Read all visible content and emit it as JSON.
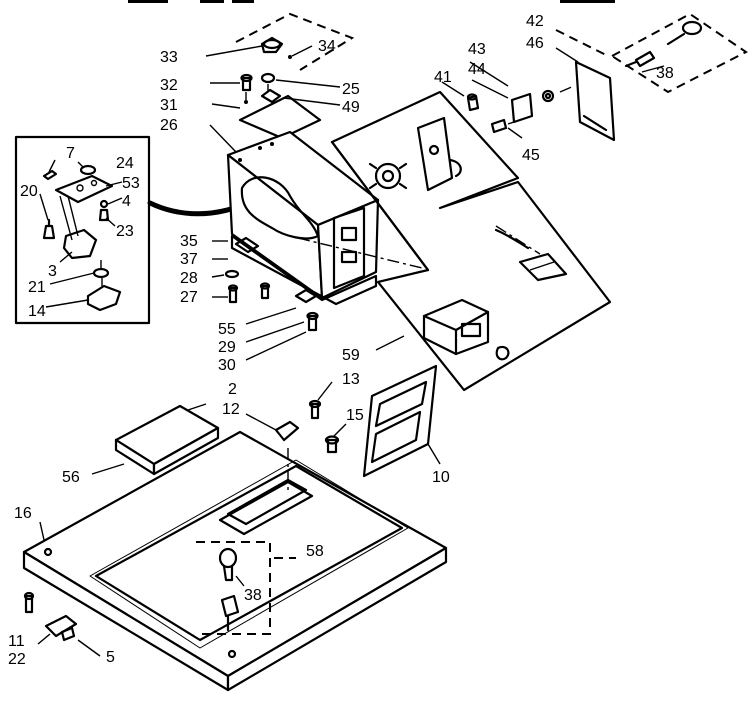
{
  "callouts": [
    {
      "id": "c33",
      "text": "33"
    },
    {
      "id": "c34",
      "text": "34"
    },
    {
      "id": "c32",
      "text": "32"
    },
    {
      "id": "c25",
      "text": "25"
    },
    {
      "id": "c31",
      "text": "31"
    },
    {
      "id": "c49",
      "text": "49"
    },
    {
      "id": "c26",
      "text": "26"
    },
    {
      "id": "c7",
      "text": "7"
    },
    {
      "id": "c24",
      "text": "24"
    },
    {
      "id": "c20",
      "text": "20"
    },
    {
      "id": "c53",
      "text": "53"
    },
    {
      "id": "c4",
      "text": "4"
    },
    {
      "id": "c23",
      "text": "23"
    },
    {
      "id": "c3",
      "text": "3"
    },
    {
      "id": "c21",
      "text": "21"
    },
    {
      "id": "c14",
      "text": "14"
    },
    {
      "id": "c35",
      "text": "35"
    },
    {
      "id": "c37",
      "text": "37"
    },
    {
      "id": "c28",
      "text": "28"
    },
    {
      "id": "c27",
      "text": "27"
    },
    {
      "id": "c55",
      "text": "55"
    },
    {
      "id": "c29",
      "text": "29"
    },
    {
      "id": "c30",
      "text": "30"
    },
    {
      "id": "c2",
      "text": "2"
    },
    {
      "id": "c12",
      "text": "12"
    },
    {
      "id": "c13",
      "text": "13"
    },
    {
      "id": "c15",
      "text": "15"
    },
    {
      "id": "c59",
      "text": "59"
    },
    {
      "id": "c10",
      "text": "10"
    },
    {
      "id": "c56",
      "text": "56"
    },
    {
      "id": "c16",
      "text": "16"
    },
    {
      "id": "c58",
      "text": "58"
    },
    {
      "id": "c38b",
      "text": "38"
    },
    {
      "id": "c11",
      "text": "11"
    },
    {
      "id": "c22",
      "text": "22"
    },
    {
      "id": "c5",
      "text": "5"
    },
    {
      "id": "c42",
      "text": "42"
    },
    {
      "id": "c46",
      "text": "46"
    },
    {
      "id": "c43",
      "text": "43"
    },
    {
      "id": "c44",
      "text": "44"
    },
    {
      "id": "c41",
      "text": "41"
    },
    {
      "id": "c45",
      "text": "45"
    },
    {
      "id": "c38a",
      "text": "38"
    }
  ]
}
